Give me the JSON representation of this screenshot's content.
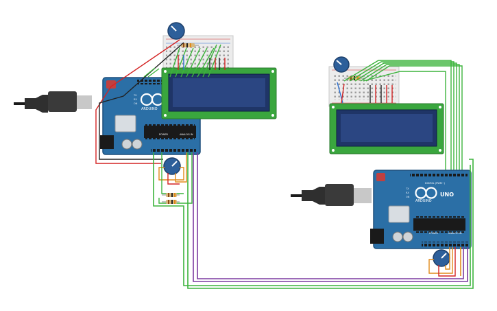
{
  "circuit": {
    "boards": [
      {
        "id": "left",
        "brand": "ARDUINO",
        "model": "",
        "power_label": "POWER",
        "analog_label": "ANALOG IN",
        "digital_label": "",
        "tx_label": "TX",
        "rx_label": "RX",
        "on_label": "ON"
      },
      {
        "id": "right",
        "brand": "ARDUINO",
        "model": "UNO",
        "power_label": "POWER",
        "analog_label": "ANALOG IN",
        "digital_label": "DIGITAL (PWM~)",
        "tx_label": "TX",
        "rx_label": "RX",
        "on_label": "ON"
      }
    ],
    "colors": {
      "board": "#2b6fa6",
      "board_dark": "#1d4f7b",
      "lcd_frame": "#3aa63e",
      "lcd_screen": "#1f3567",
      "breadboard": "#ececec",
      "wire_green": "#3cb43c",
      "wire_red": "#d42424",
      "wire_black": "#222222",
      "wire_purple": "#7b3aa0",
      "wire_orange": "#e08a1a",
      "wire_blue": "#2b6fd0",
      "potentiometer": "#2d5f9a",
      "usb_plug": "#3a3a3a"
    }
  }
}
